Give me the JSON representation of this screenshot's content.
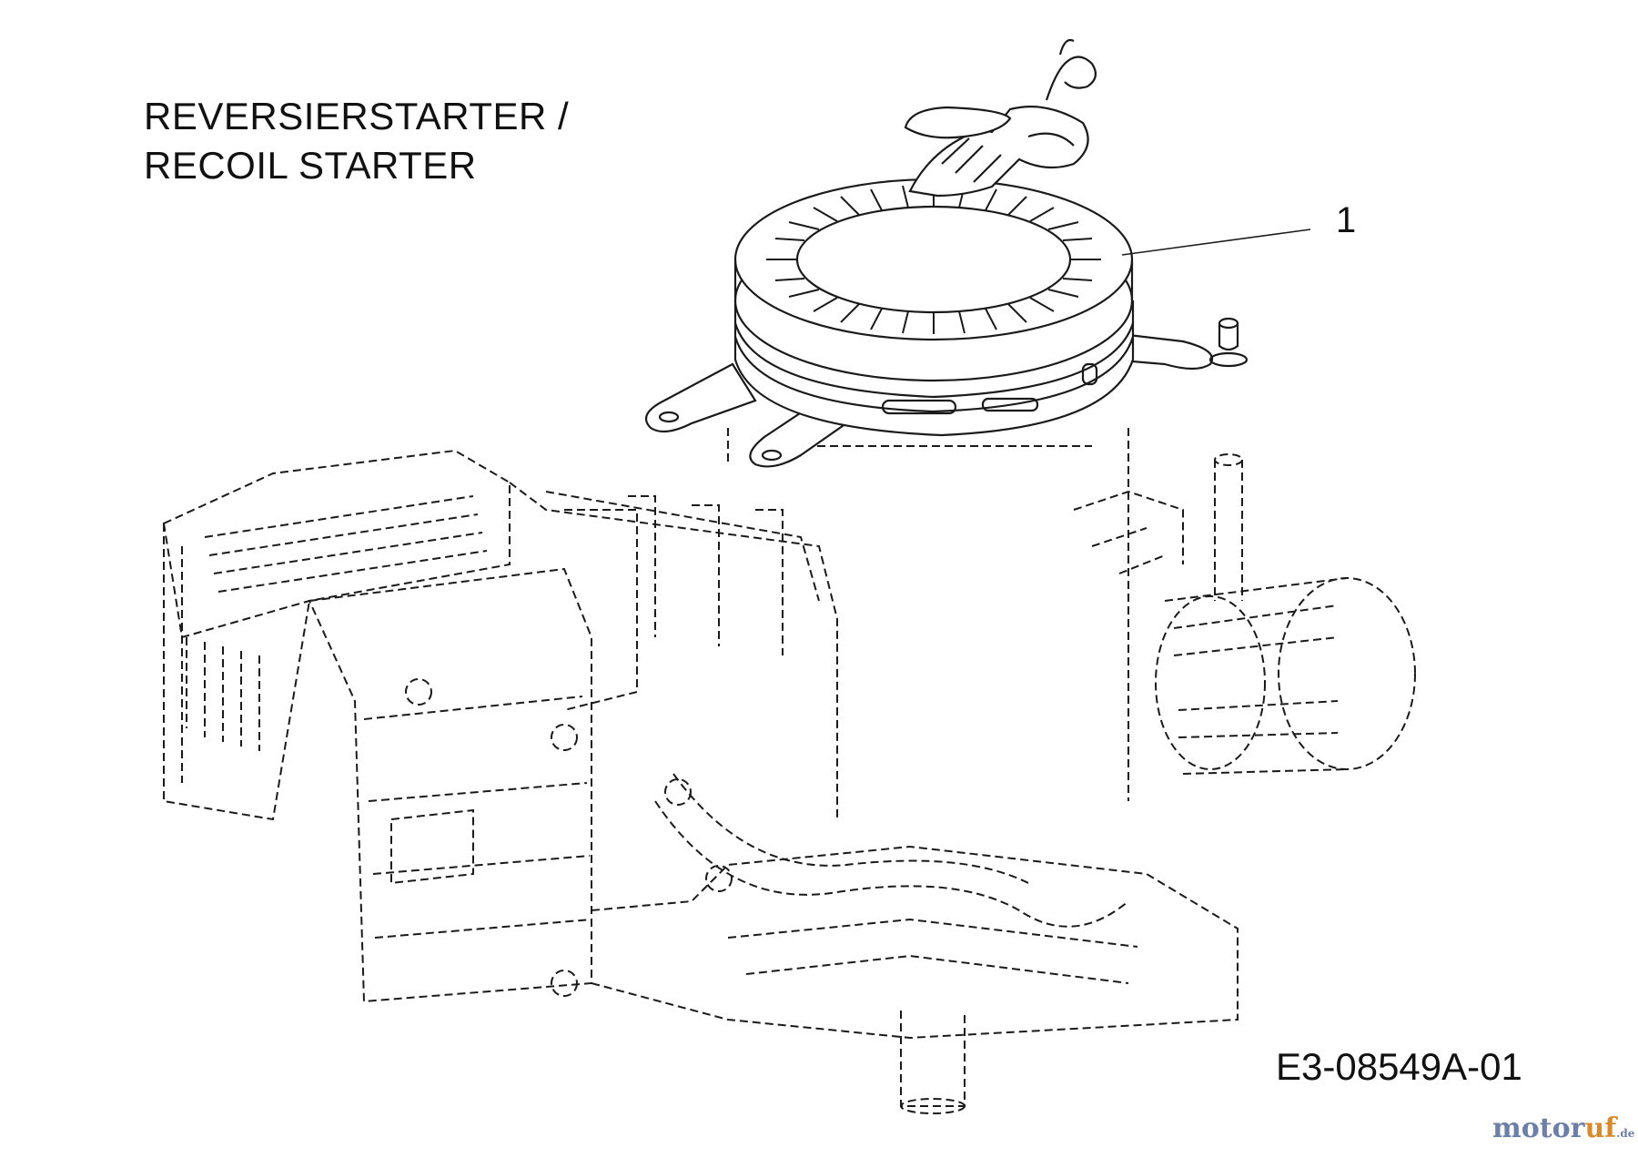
{
  "diagram": {
    "title_line1": "REVERSIERSTARTER /",
    "title_line2": "RECOIL STARTER",
    "callouts": [
      {
        "label": "1",
        "part": "recoil-starter"
      }
    ],
    "drawing_code": "E3-08549A-01"
  },
  "watermark": {
    "part_a": "motor",
    "part_b": "uf",
    "suffix": ".de"
  },
  "colors": {
    "line": "#1a1a1a",
    "watermark_blue": "#6b7fa8",
    "watermark_orange": "#d98a2b"
  }
}
